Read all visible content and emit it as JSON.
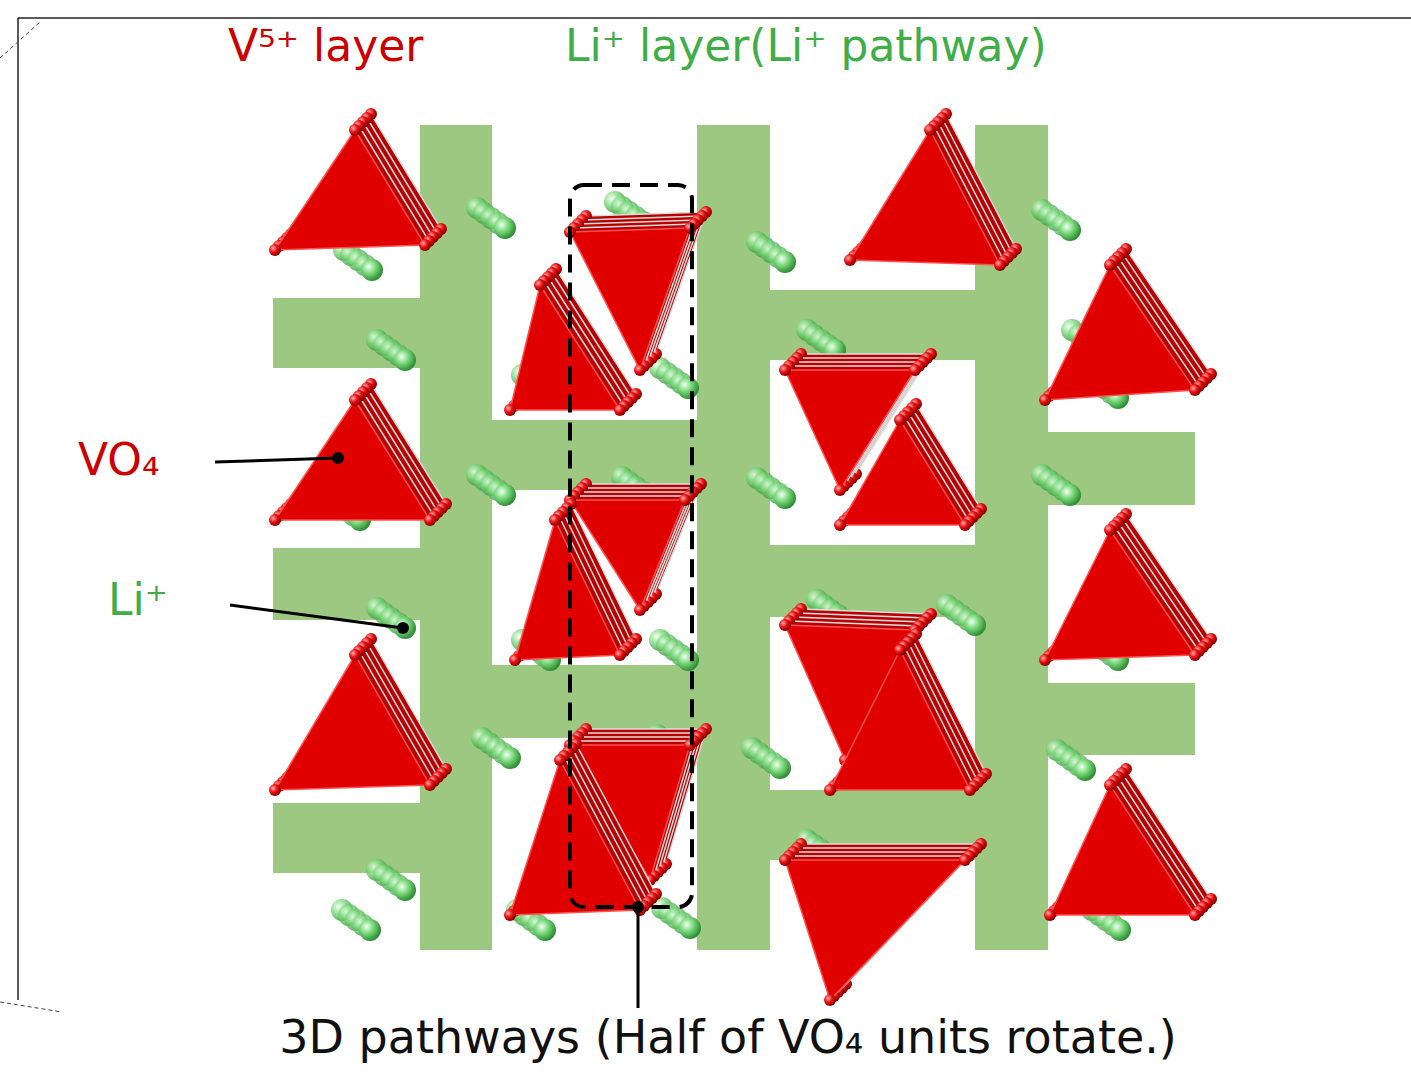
{
  "diagram": {
    "labels": [
      "V⁵⁺ layer",
      "Li⁺ layer(Li⁺ pathway)",
      "VO₄",
      "Li⁺",
      "3D pathways (Half of VO₄ units rotate.)"
    ]
  }
}
